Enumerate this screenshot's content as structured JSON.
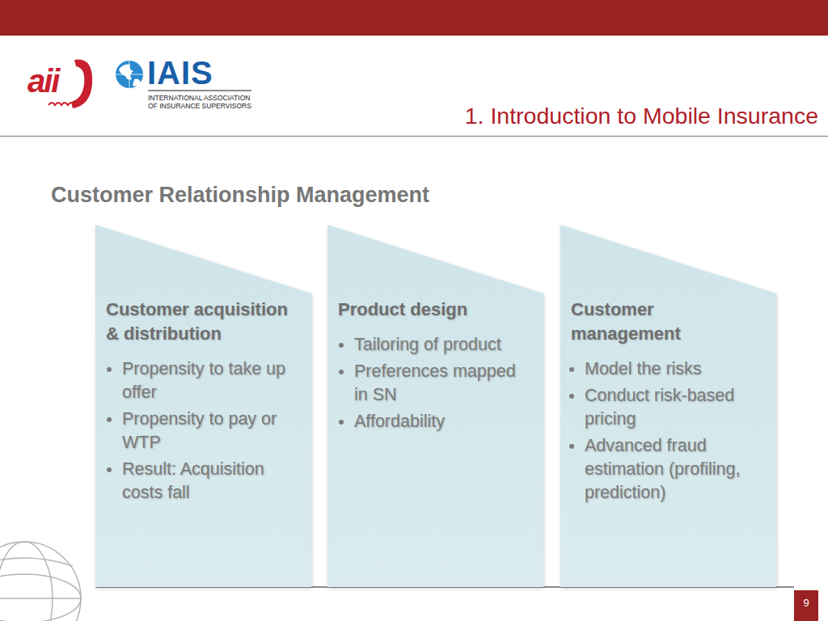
{
  "diagram": {
    "title": "Customer Relationship Management",
    "nodes": [
      {
        "text": [
          "Customer acquisition & distribution",
          "Propensity to take up offer",
          "Propensity to pay or WTP",
          "Result: Acquisition costs fall"
        ]
      },
      {
        "text": [
          "Product design",
          "Tailoring of product",
          "Preferences mapped in SN",
          "Affordability"
        ]
      },
      {
        "text": [
          "Customer management",
          "Model the risks",
          "Conduct risk-based pricing",
          "Advanced fraud estimation (profiling, prediction)"
        ]
      }
    ],
    "labels": [
      "1. Introduction to Mobile Insurance",
      "aii",
      "IAIS",
      "INTERNATIONAL ASSOCIATION OF INSURANCE SUPERVISORS",
      "9"
    ]
  }
}
